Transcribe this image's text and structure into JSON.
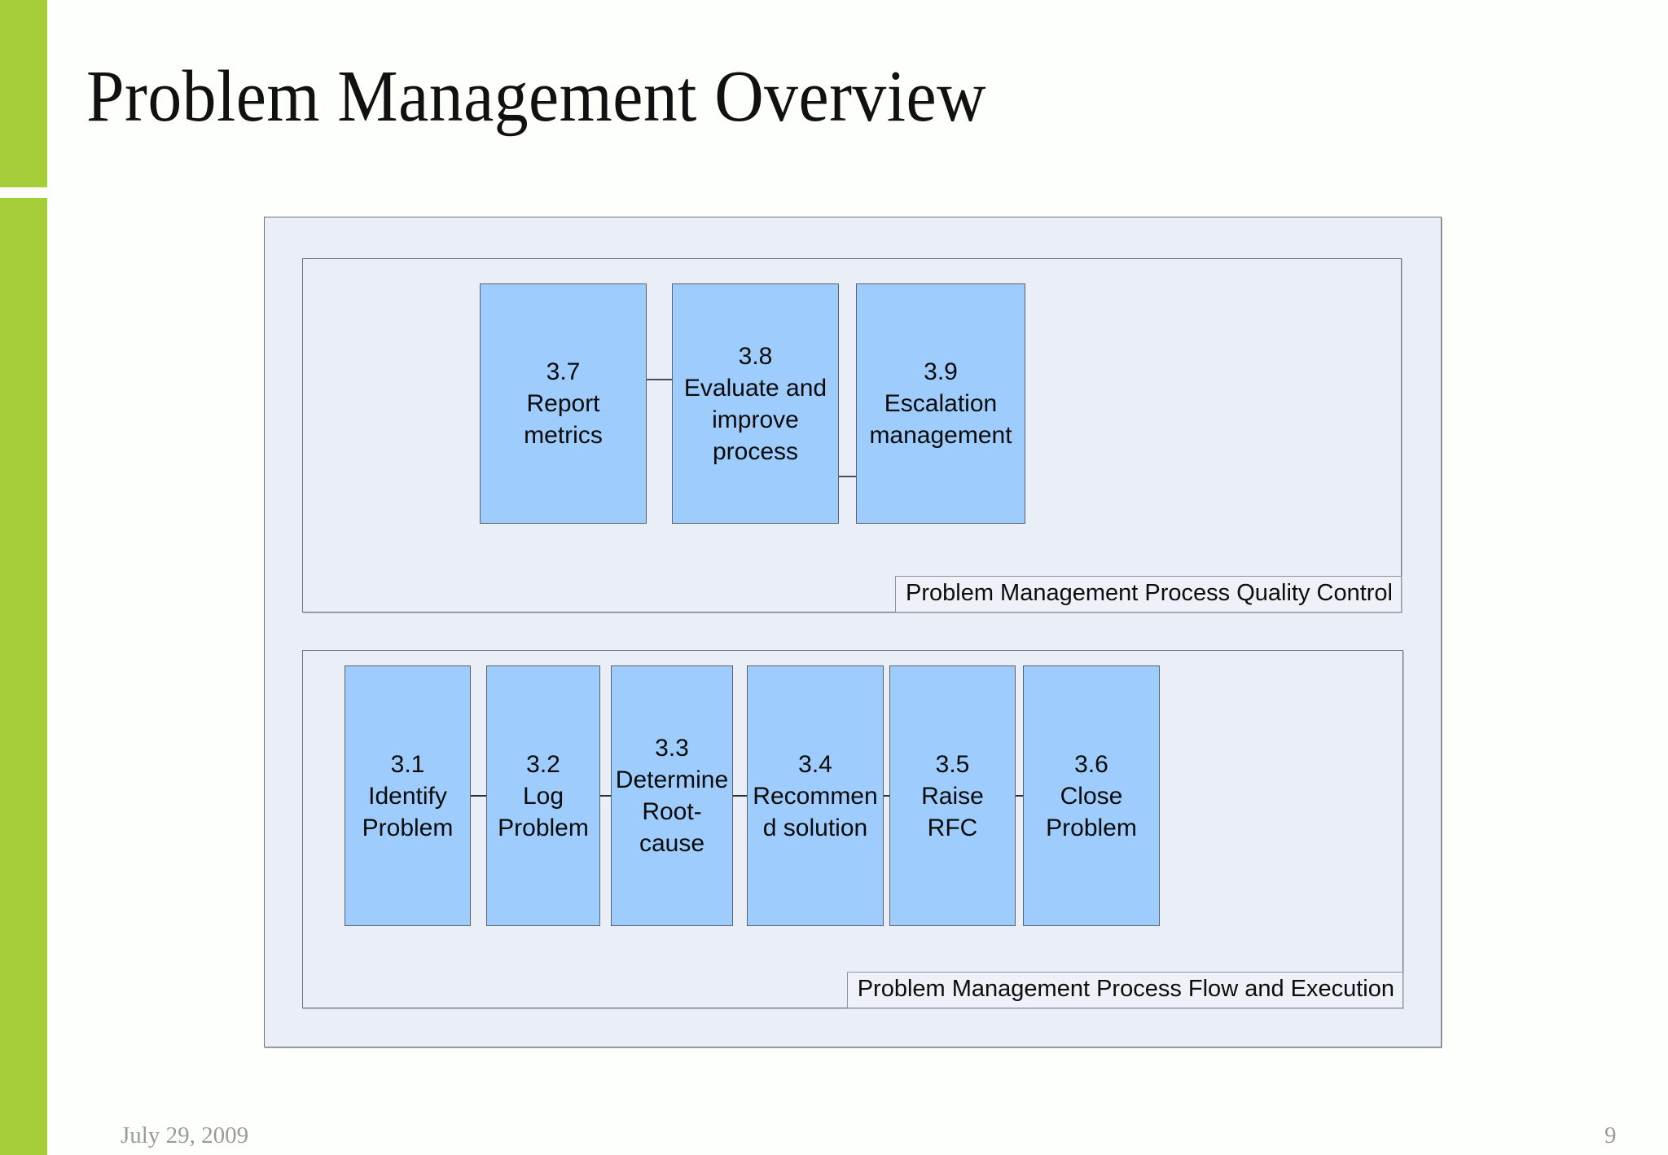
{
  "slide": {
    "title": "Problem Management Overview",
    "footer_date": "July 29, 2009",
    "page_number": "9",
    "accent_color": "#a6ce39",
    "box_fill_color": "#9ecdfd",
    "panel_fill_color": "#eaeff7"
  },
  "diagram": {
    "lanes": [
      {
        "id": "quality-control",
        "caption": "Problem Management Process Quality Control",
        "boxes": [
          {
            "id": "3.7",
            "number": "3.7",
            "lines": [
              "3.7",
              "Report",
              "metrics"
            ]
          },
          {
            "id": "3.8",
            "number": "3.8",
            "lines": [
              "3.8",
              "Evaluate and",
              "improve",
              "process"
            ]
          },
          {
            "id": "3.9",
            "number": "3.9",
            "lines": [
              "3.9",
              "Escalation",
              "management"
            ]
          }
        ],
        "connectors": [
          {
            "from": "3.7",
            "to": "3.8",
            "arrow": false
          },
          {
            "from": "3.8",
            "to": "3.9",
            "arrow": false
          }
        ]
      },
      {
        "id": "flow-execution",
        "caption": "Problem Management Process Flow and Execution",
        "boxes": [
          {
            "id": "3.1",
            "number": "3.1",
            "lines": [
              "3.1",
              "Identify",
              "Problem"
            ]
          },
          {
            "id": "3.2",
            "number": "3.2",
            "lines": [
              "3.2",
              "Log",
              "Problem"
            ]
          },
          {
            "id": "3.3",
            "number": "3.3",
            "lines": [
              "3.3",
              "Determine",
              "Root-",
              "cause"
            ]
          },
          {
            "id": "3.4",
            "number": "3.4",
            "lines": [
              "3.4",
              "Recommen",
              "d solution"
            ]
          },
          {
            "id": "3.5",
            "number": "3.5",
            "lines": [
              "3.5",
              "Raise",
              "RFC"
            ]
          },
          {
            "id": "3.6",
            "number": "3.6",
            "lines": [
              "3.6",
              "Close",
              "Problem"
            ]
          }
        ],
        "connectors": [
          {
            "from": "3.1",
            "to": "3.2",
            "arrow": true
          },
          {
            "from": "3.2",
            "to": "3.3",
            "arrow": true
          },
          {
            "from": "3.3",
            "to": "3.4",
            "arrow": true
          },
          {
            "from": "3.4",
            "to": "3.5",
            "arrow": true
          },
          {
            "from": "3.5",
            "to": "3.6",
            "arrow": true
          }
        ]
      }
    ]
  }
}
